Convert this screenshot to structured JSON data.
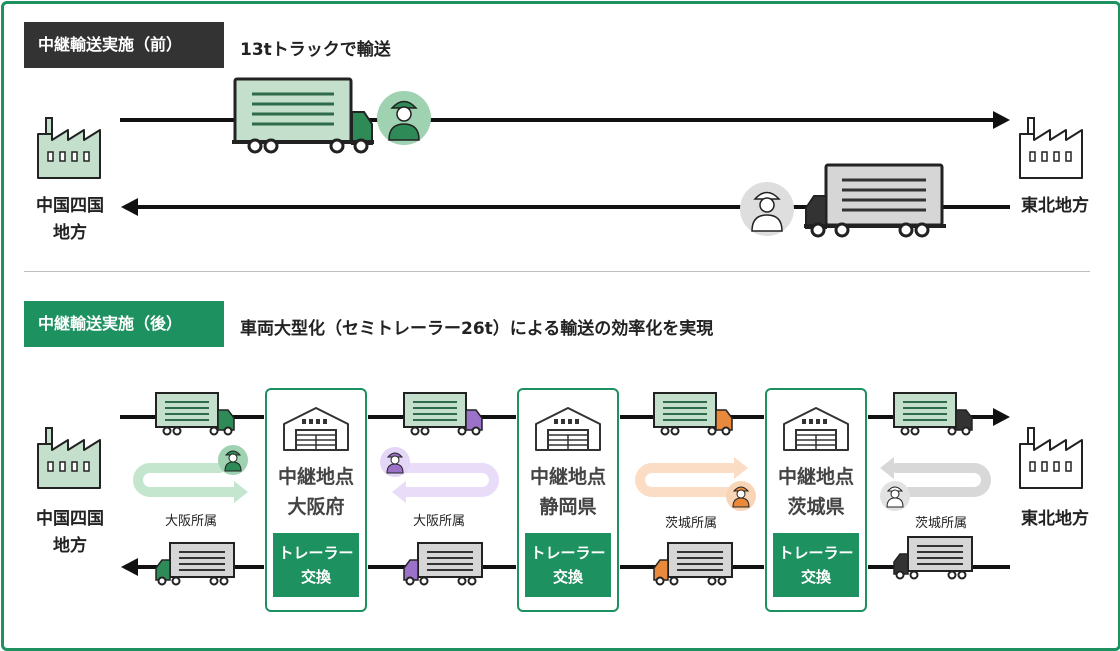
{
  "before": {
    "tag": "中継輸送実施（前）",
    "subtitle": "13tトラックで輸送"
  },
  "after": {
    "tag": "中継輸送実施（後）",
    "subtitle": "車両大型化（セミトレーラー26t）による輸送の効率化を実現"
  },
  "regions": {
    "west_line1": "中国四国",
    "west_line2": "地方",
    "east": "東北地方"
  },
  "hubs": [
    {
      "label": "中継地点",
      "place": "大阪府",
      "swap_line1": "トレーラー",
      "swap_line2": "交換"
    },
    {
      "label": "中継地点",
      "place": "静岡県",
      "swap_line1": "トレーラー",
      "swap_line2": "交換"
    },
    {
      "label": "中継地点",
      "place": "茨城県",
      "swap_line1": "トレーラー",
      "swap_line2": "交換"
    }
  ],
  "affiliations": [
    "大阪所属",
    "大阪所属",
    "茨城所属",
    "茨城所属"
  ],
  "colors": {
    "brand_green": "#1e9160",
    "dark": "#333333",
    "truck_green": "#2e8b57",
    "cargo_green": "#c4e0cc",
    "cargo_gray": "#d6d6d6",
    "purple": "#9b72c8",
    "orange": "#e8893b",
    "loop_green": "#c4e6cf",
    "loop_purple": "#e8dcf8",
    "loop_orange": "#fbdcc5",
    "loop_gray": "#d8d8d8"
  },
  "icons": [
    "factory-icon",
    "truck-icon",
    "driver-icon",
    "warehouse-icon",
    "arrow-right-icon",
    "arrow-left-icon"
  ]
}
